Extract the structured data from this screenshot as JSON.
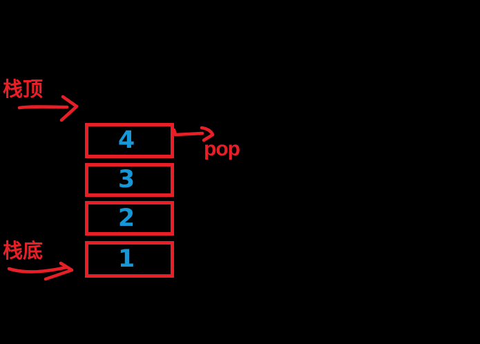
{
  "diagram": {
    "type": "stack-pop-illustration",
    "background_color": "#000000",
    "stroke_red": "#e81f27",
    "value_blue": "#1697d8",
    "labels": {
      "stack_top": "栈顶",
      "stack_bottom": "栈底",
      "pop": "pop"
    },
    "stack": {
      "items": [
        "4",
        "3",
        "2",
        "1"
      ],
      "order": "top-to-bottom"
    },
    "arrows": [
      "stack-top-pointer-arrow",
      "pop-out-arrow",
      "stack-bottom-pointer-arrow"
    ]
  }
}
